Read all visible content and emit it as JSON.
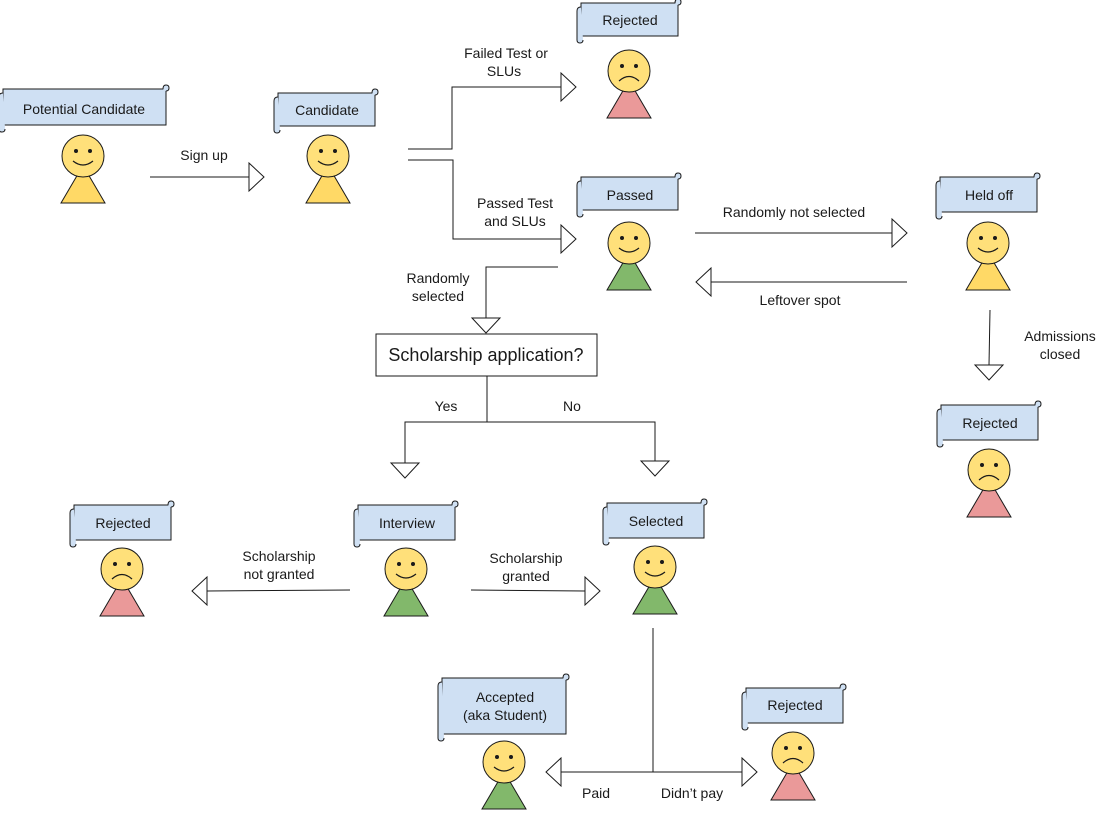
{
  "nodes": {
    "potential_candidate": {
      "label": "Potential Candidate",
      "mood": "happy",
      "body": "yellow"
    },
    "candidate": {
      "label": "Candidate",
      "mood": "happy",
      "body": "yellow"
    },
    "rejected_test": {
      "label": "Rejected",
      "mood": "sad",
      "body": "red"
    },
    "passed": {
      "label": "Passed",
      "mood": "happy",
      "body": "green"
    },
    "held_off": {
      "label": "Held off",
      "mood": "happy",
      "body": "yellow"
    },
    "rejected_admissions": {
      "label": "Rejected",
      "mood": "sad",
      "body": "red"
    },
    "interview": {
      "label": "Interview",
      "mood": "happy",
      "body": "green"
    },
    "rejected_scholarship": {
      "label": "Rejected",
      "mood": "sad",
      "body": "red"
    },
    "selected": {
      "label": "Selected",
      "mood": "happy",
      "body": "green"
    },
    "accepted": {
      "label_line1": "Accepted",
      "label_line2": "(aka Student)",
      "mood": "happy",
      "body": "green"
    },
    "rejected_unpaid": {
      "label": "Rejected",
      "mood": "sad",
      "body": "red"
    }
  },
  "decision": {
    "label": "Scholarship application?"
  },
  "edges": {
    "sign_up": "Sign up",
    "failed_line1": "Failed Test or",
    "failed_line2": "SLUs",
    "passed_line1": "Passed Test",
    "passed_line2": "and SLUs",
    "randomly_not_selected": "Randomly not selected",
    "leftover_spot": "Leftover spot",
    "admissions_line1": "Admissions",
    "admissions_line2": "closed",
    "randomly_selected_line1": "Randomly",
    "randomly_selected_line2": "selected",
    "yes": "Yes",
    "no": "No",
    "sch_not_granted_line1": "Scholarship",
    "sch_not_granted_line2": "not granted",
    "sch_granted_line1": "Scholarship",
    "sch_granted_line2": "granted",
    "paid": "Paid",
    "didnt_pay": "Didn’t pay"
  },
  "colors": {
    "banner_fill": "#cfe0f3",
    "head_fill": "#ffe07a",
    "yellow": "#ffd966",
    "green": "#82b86b",
    "red": "#ea9999",
    "stroke": "#1a1a1a"
  }
}
